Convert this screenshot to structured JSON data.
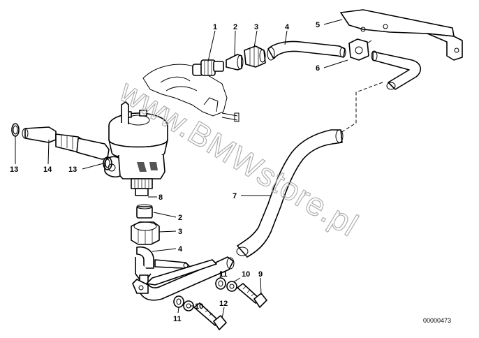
{
  "watermark": "www.BMWstore.pl",
  "diagram_id": "00000473",
  "labels": {
    "c1": "1",
    "c2": "2",
    "c3": "3",
    "c4": "4",
    "c5": "5",
    "c6": "6",
    "c7": "7",
    "c8": "8",
    "c2b": "2",
    "c3b": "3",
    "c4b": "4",
    "c9": "9",
    "c10a": "10",
    "c11a": "11",
    "c10b": "10",
    "c11b": "11",
    "c12": "12",
    "c13a": "13",
    "c14": "14",
    "c13b": "13"
  }
}
